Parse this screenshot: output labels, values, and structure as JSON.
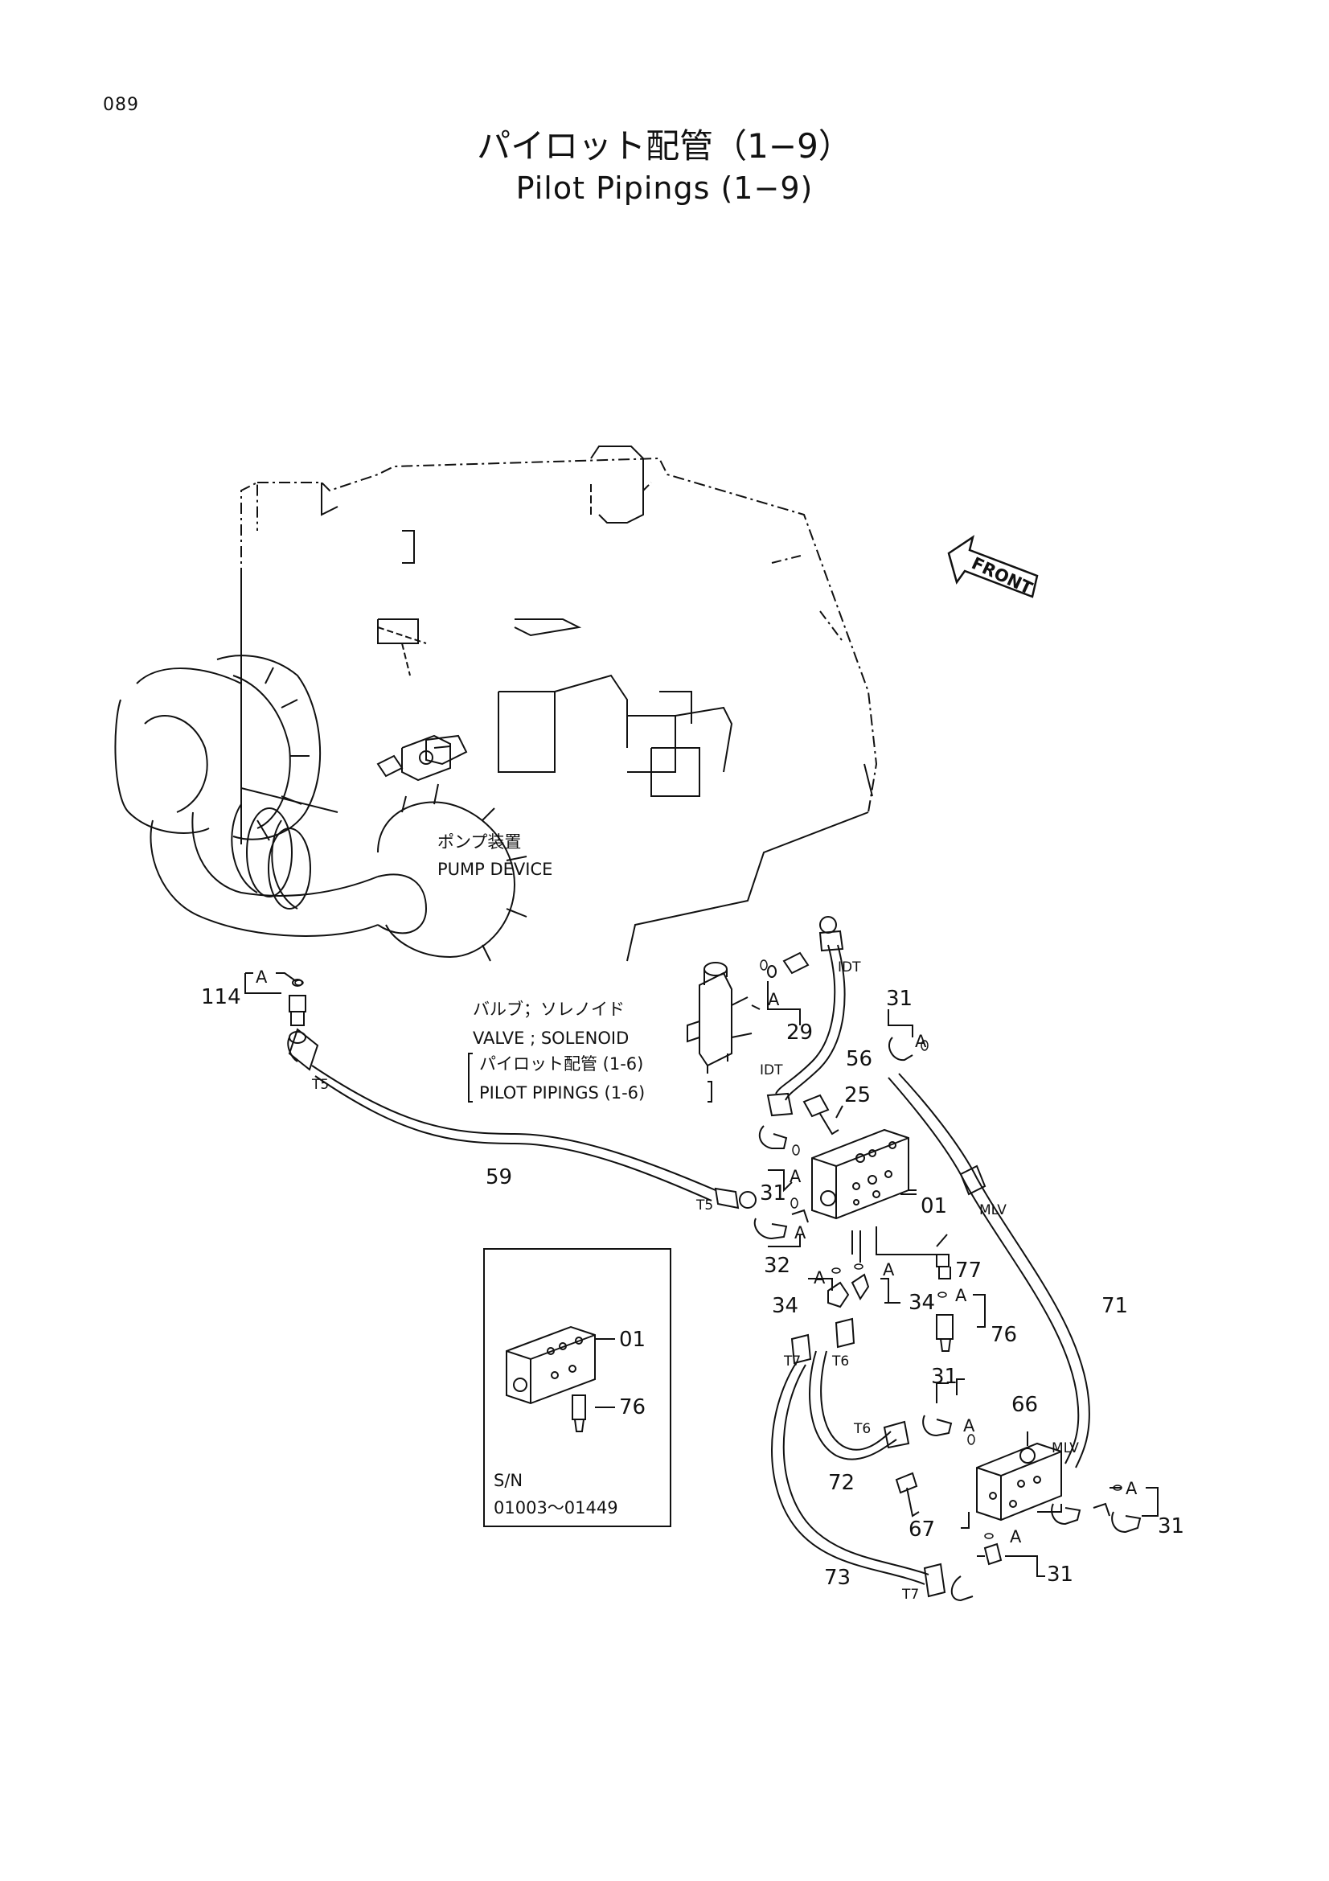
{
  "page_number": "089",
  "title_jp": "パイロット配管（1−9）",
  "title_en": "Pilot Pipings (1−9)",
  "front_label": "FRONT",
  "pump_device": {
    "jp": "ポンプ装置",
    "en": "PUMP DEVICE"
  },
  "solenoid_valve": {
    "jp": "バルブ；ソレノイド",
    "en": "VALVE ; SOLENOID",
    "ref_jp": "パイロット配管 (1-6)",
    "ref_en": "PILOT PIPINGS (1-6)"
  },
  "ref_marker": "A",
  "ports": {
    "t5": "T5",
    "t6": "T6",
    "t7": "T7",
    "idt": "IDT",
    "mlv": "MLV"
  },
  "parts": {
    "p01": "01",
    "p25": "25",
    "p29": "29",
    "p31": "31",
    "p32": "32",
    "p34": "34",
    "p56": "56",
    "p59": "59",
    "p66": "66",
    "p67": "67",
    "p71": "71",
    "p72": "72",
    "p73": "73",
    "p76": "76",
    "p77": "77",
    "p114": "114"
  },
  "inset": {
    "sn_label": "S/N",
    "sn_range": "01003～01449"
  }
}
